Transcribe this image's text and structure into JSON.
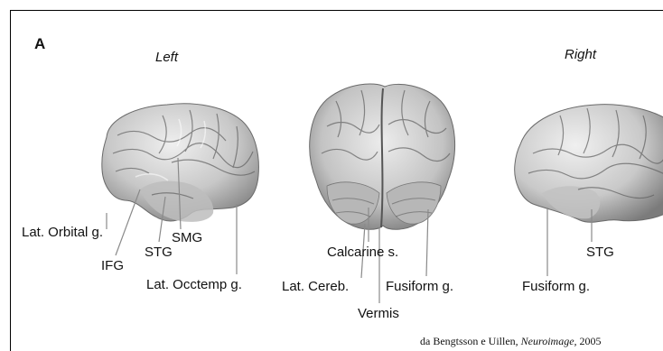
{
  "panel_label": "A",
  "views": {
    "left_title": "Left",
    "right_title": "Right"
  },
  "labels": {
    "lat_orbital": "Lat. Orbital g.",
    "ifg": "IFG",
    "stg_left": "STG",
    "smg": "SMG",
    "lat_occtemp": "Lat. Occtemp g.",
    "calcarine": "Calcarine s.",
    "lat_cereb": "Lat. Cereb.",
    "fusiform_center": "Fusiform g.",
    "vermis": "Vermis",
    "fusiform_right": "Fusiform g.",
    "stg_right": "STG"
  },
  "citation": {
    "prefix": "da Bengtsson e Uillen, ",
    "journal": "Neuroimage,",
    "year": " 2005"
  },
  "colors": {
    "brain_light": "#e4e4e4",
    "brain_mid": "#a9a9a9",
    "brain_dark": "#5e5e5e",
    "leader_line": "#8a8a8a"
  }
}
